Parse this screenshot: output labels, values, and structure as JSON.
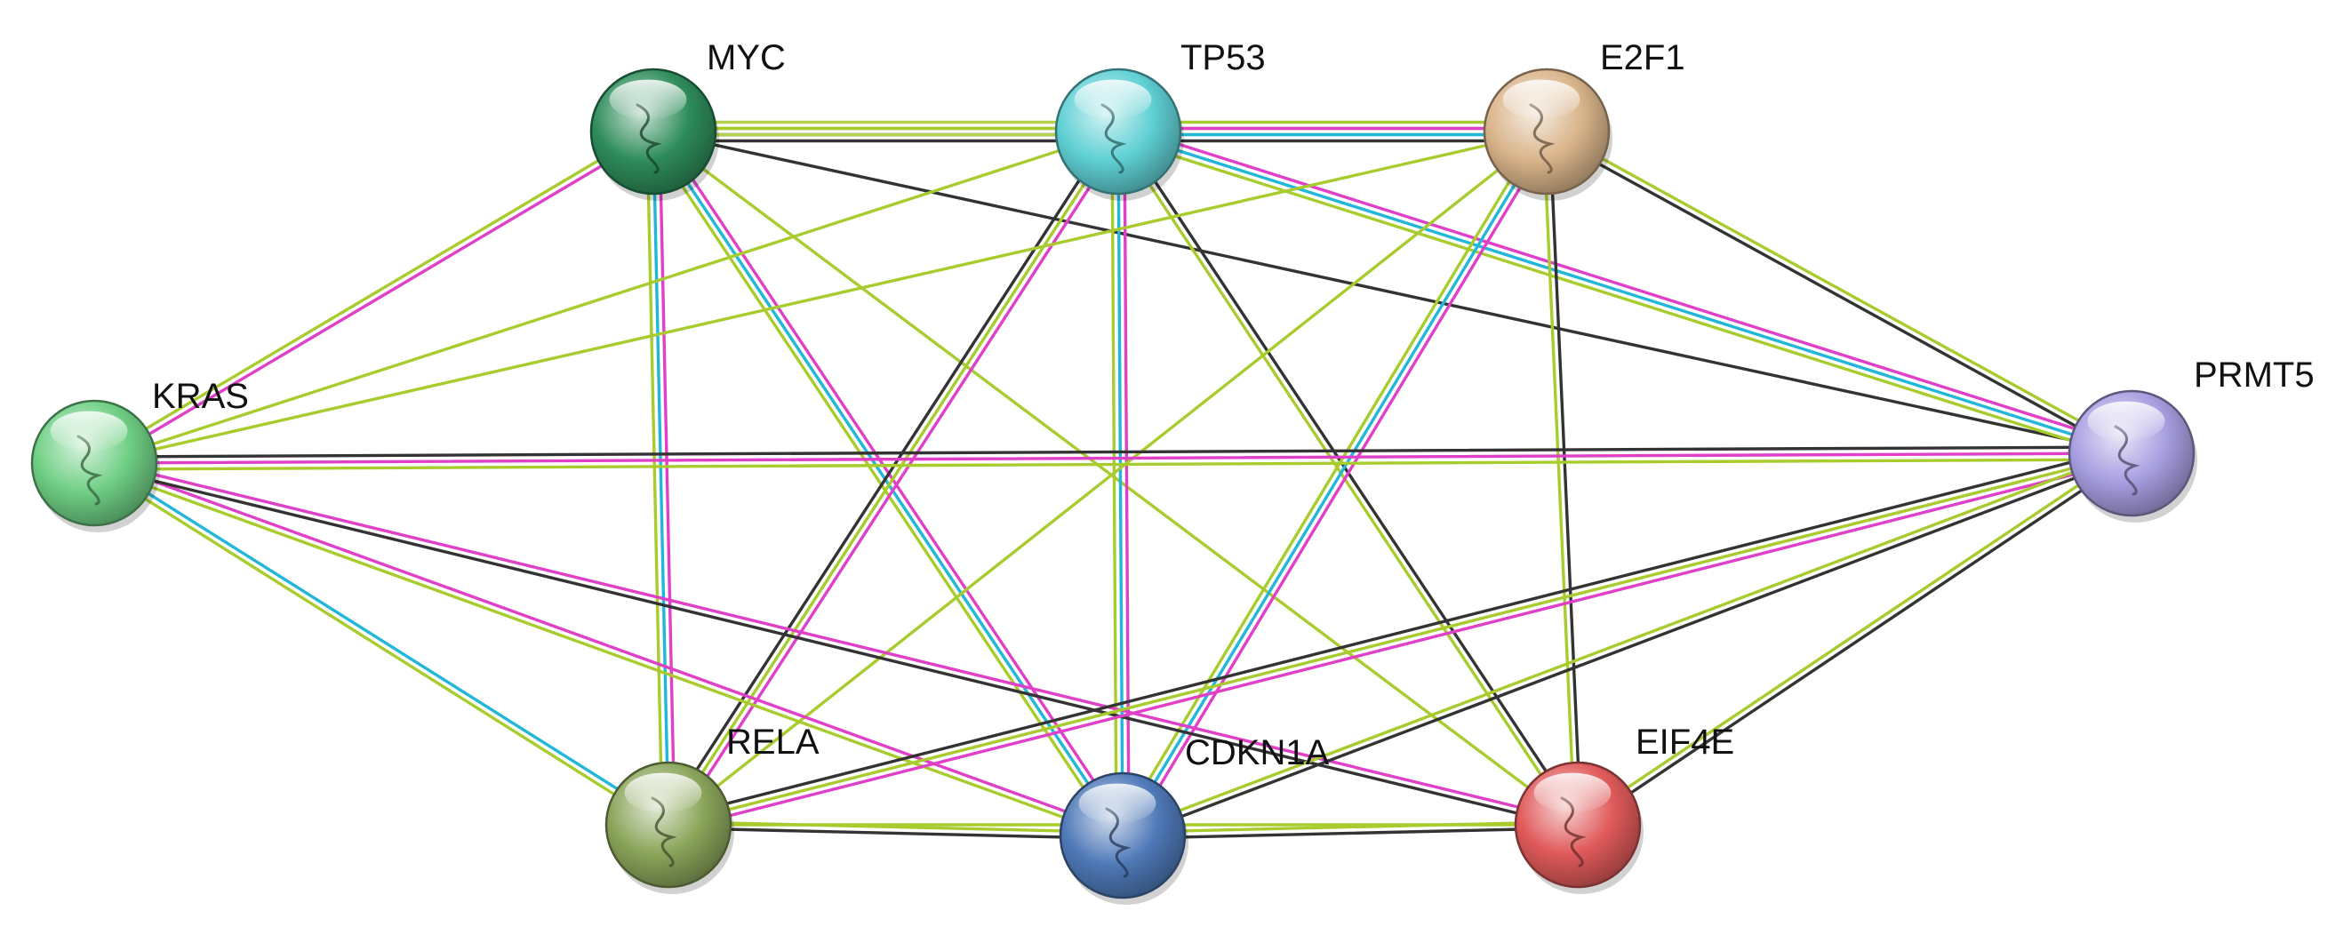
{
  "network": {
    "evidence_colors": {
      "coexpression": "#b3d14a",
      "text_mining": "#a8cc2e",
      "experimental": "#e040c8",
      "database": "#22b7d9",
      "coexpression_dark": "#333333",
      "neighborhood": "#2b3da8"
    },
    "nodes": [
      {
        "id": "MYC",
        "label": "MYC",
        "color": "#2e8c5a",
        "structure_icon": "protein-structure-icon"
      },
      {
        "id": "TP53",
        "label": "TP53",
        "color": "#5fd0d4",
        "structure_icon": "protein-structure-icon"
      },
      {
        "id": "E2F1",
        "label": "E2F1",
        "color": "#d9b48a",
        "structure_icon": "protein-structure-icon"
      },
      {
        "id": "KRAS",
        "label": "KRAS",
        "color": "#6fcf84",
        "structure_icon": "protein-structure-icon"
      },
      {
        "id": "PRMT5",
        "label": "PRMT5",
        "color": "#a79ee0",
        "structure_icon": "protein-structure-icon"
      },
      {
        "id": "RELA",
        "label": "RELA",
        "color": "#8aa55a",
        "structure_icon": "protein-structure-icon"
      },
      {
        "id": "CDKN1A",
        "label": "CDKN1A",
        "color": "#4f79b8",
        "structure_icon": "protein-structure-icon"
      },
      {
        "id": "EIF4E",
        "label": "EIF4E",
        "color": "#e05a5a",
        "structure_icon": "protein-structure-icon"
      }
    ],
    "edges": [
      {
        "source": "MYC",
        "target": "TP53",
        "types": [
          "coexpression",
          "text_mining",
          "neighborhood",
          "coexpression_dark"
        ]
      },
      {
        "source": "MYC",
        "target": "E2F1",
        "types": [
          "text_mining",
          "coexpression"
        ]
      },
      {
        "source": "MYC",
        "target": "KRAS",
        "types": [
          "experimental",
          "text_mining"
        ]
      },
      {
        "source": "MYC",
        "target": "PRMT5",
        "types": [
          "coexpression_dark"
        ]
      },
      {
        "source": "MYC",
        "target": "RELA",
        "types": [
          "experimental",
          "database",
          "text_mining"
        ]
      },
      {
        "source": "MYC",
        "target": "CDKN1A",
        "types": [
          "experimental",
          "database",
          "text_mining"
        ]
      },
      {
        "source": "MYC",
        "target": "EIF4E",
        "types": [
          "text_mining"
        ]
      },
      {
        "source": "TP53",
        "target": "E2F1",
        "types": [
          "text_mining",
          "experimental",
          "database",
          "coexpression_dark"
        ]
      },
      {
        "source": "TP53",
        "target": "KRAS",
        "types": [
          "text_mining"
        ]
      },
      {
        "source": "TP53",
        "target": "PRMT5",
        "types": [
          "experimental",
          "database",
          "text_mining"
        ]
      },
      {
        "source": "TP53",
        "target": "RELA",
        "types": [
          "experimental",
          "text_mining",
          "coexpression_dark"
        ]
      },
      {
        "source": "TP53",
        "target": "CDKN1A",
        "types": [
          "experimental",
          "database",
          "text_mining"
        ]
      },
      {
        "source": "TP53",
        "target": "EIF4E",
        "types": [
          "coexpression_dark",
          "text_mining"
        ]
      },
      {
        "source": "E2F1",
        "target": "KRAS",
        "types": [
          "text_mining"
        ]
      },
      {
        "source": "E2F1",
        "target": "PRMT5",
        "types": [
          "text_mining",
          "coexpression_dark"
        ]
      },
      {
        "source": "E2F1",
        "target": "RELA",
        "types": [
          "text_mining"
        ]
      },
      {
        "source": "E2F1",
        "target": "CDKN1A",
        "types": [
          "experimental",
          "database",
          "text_mining"
        ]
      },
      {
        "source": "E2F1",
        "target": "EIF4E",
        "types": [
          "coexpression_dark",
          "text_mining"
        ]
      },
      {
        "source": "KRAS",
        "target": "PRMT5",
        "types": [
          "coexpression_dark",
          "experimental",
          "text_mining"
        ]
      },
      {
        "source": "KRAS",
        "target": "RELA",
        "types": [
          "database",
          "text_mining"
        ]
      },
      {
        "source": "KRAS",
        "target": "CDKN1A",
        "types": [
          "experimental",
          "text_mining"
        ]
      },
      {
        "source": "KRAS",
        "target": "EIF4E",
        "types": [
          "experimental",
          "coexpression_dark"
        ]
      },
      {
        "source": "PRMT5",
        "target": "RELA",
        "types": [
          "experimental",
          "text_mining",
          "coexpression_dark"
        ]
      },
      {
        "source": "PRMT5",
        "target": "CDKN1A",
        "types": [
          "coexpression_dark",
          "text_mining"
        ]
      },
      {
        "source": "PRMT5",
        "target": "EIF4E",
        "types": [
          "coexpression_dark",
          "text_mining"
        ]
      },
      {
        "source": "RELA",
        "target": "CDKN1A",
        "types": [
          "text_mining",
          "coexpression_dark"
        ]
      },
      {
        "source": "RELA",
        "target": "EIF4E",
        "types": [
          "text_mining"
        ]
      },
      {
        "source": "CDKN1A",
        "target": "EIF4E",
        "types": [
          "text_mining",
          "coexpression_dark"
        ]
      }
    ]
  }
}
